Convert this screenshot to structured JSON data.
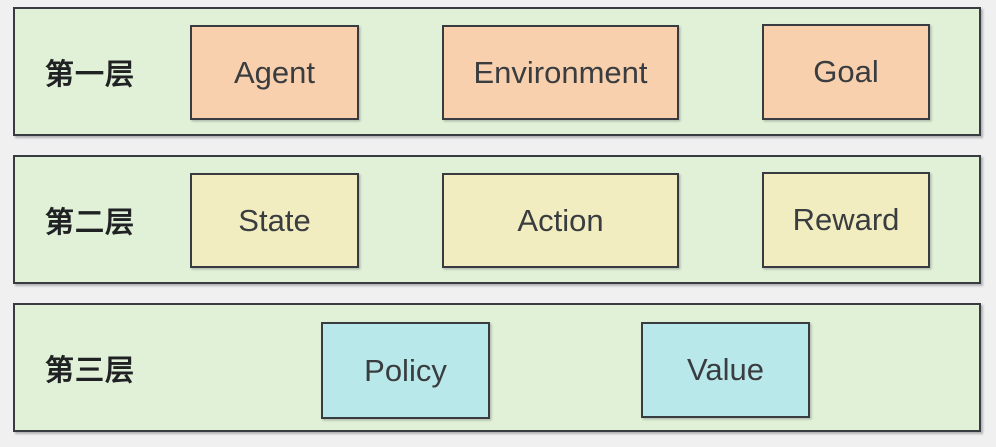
{
  "diagram": {
    "title": "reinforcement-learning-concept-layers",
    "colors": {
      "page_bg": "#f0f0f1",
      "row_bg": "#e1f1d8",
      "border": "#383c40",
      "layer1_box_fill": "#f8d0ad",
      "layer2_box_fill": "#f2edc1",
      "layer3_box_fill": "#b9e8ea",
      "label_text": "#1f2123",
      "box_text": "#3a3d3f"
    },
    "rows": [
      {
        "label": "第一层",
        "boxes": [
          {
            "text": "Agent"
          },
          {
            "text": "Environment"
          },
          {
            "text": "Goal"
          }
        ]
      },
      {
        "label": "第二层",
        "boxes": [
          {
            "text": "State"
          },
          {
            "text": "Action"
          },
          {
            "text": "Reward"
          }
        ]
      },
      {
        "label": "第三层",
        "boxes": [
          {
            "text": "Policy"
          },
          {
            "text": "Value"
          }
        ]
      }
    ]
  }
}
